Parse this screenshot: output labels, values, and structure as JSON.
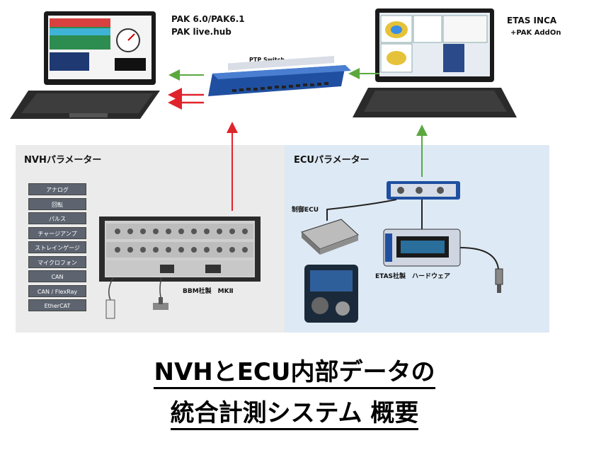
{
  "labels": {
    "pak_line1": "PAK 6.0/PAK6.1",
    "pak_line2": "PAK live.hub",
    "etas_line1": "ETAS INCA",
    "etas_line2": "+PAK AddOn",
    "ptp_switch": "PTP Switch",
    "nvh_panel": "NVHパラメーター",
    "ecu_panel": "ECUパラメーター",
    "mk2": "BBM社製　MKⅡ",
    "ecu_device": "制御ECU",
    "etas_hw": "ETAS社製　ハードウェア"
  },
  "nvh_params": [
    "アナログ",
    "回転",
    "パルス",
    "チャージアンプ",
    "ストレインゲージ",
    "マイクロフォン",
    "CAN",
    "CAN / FlexRay",
    "EtherCAT"
  ],
  "title": {
    "line1": "NVHとECU内部データの",
    "line2": "統合計測システム 概要"
  },
  "colors": {
    "green_arrow": "#5aa83e",
    "red_arrow": "#e0242b",
    "right_panel": "#dde9f4",
    "left_panel": "#ebebeb"
  }
}
